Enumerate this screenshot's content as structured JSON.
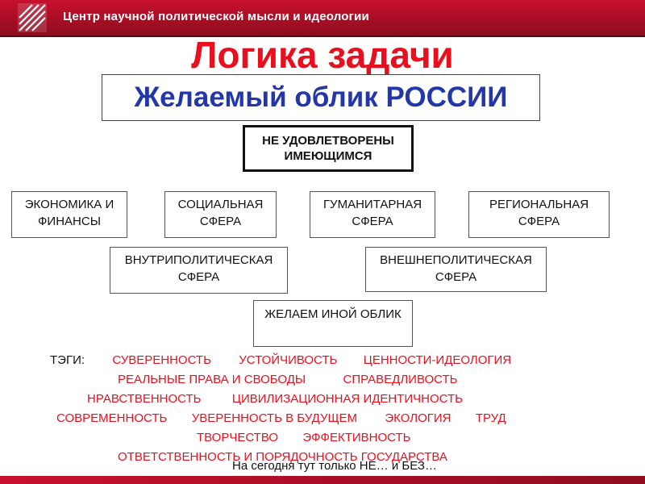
{
  "header": {
    "title": "Центр научной политической мысли и идеологии"
  },
  "slide": {
    "title": "Логика задачи",
    "subtitle": "Желаемый облик РОССИИ",
    "dissatisfied": "НЕ УДОВЛЕТВОРЕНЫ ИМЕЮЩИМСЯ",
    "spheres": {
      "economy": "ЭКОНОМИКА И ФИНАНСЫ",
      "social": "СОЦИАЛЬНАЯ СФЕРА",
      "humanitarian": "ГУМАНИТАРНАЯ СФЕРА",
      "regional": "РЕГИОНАЛЬНАЯ СФЕРА",
      "domestic_policy": "ВНУТРИПОЛИТИЧЕСКАЯ СФЕРА",
      "foreign_policy": "ВНЕШНЕПОЛИТИЧЕСКАЯ СФЕРА"
    },
    "desire": "ЖЕЛАЕМ ИНОЙ ОБЛИК"
  },
  "tags": {
    "label": "ТЭГИ:",
    "items": [
      "СУВЕРЕННОСТЬ",
      "УСТОЙЧИВОСТЬ",
      "ЦЕННОСТИ-ИДЕОЛОГИЯ",
      "РЕАЛЬНЫЕ ПРАВА И СВОБОДЫ",
      "СПРАВЕДЛИВОСТЬ",
      "НРАВСТВЕННОСТЬ",
      "ЦИВИЛИЗАЦИОННАЯ ИДЕНТИЧНОСТЬ",
      "СОВРЕМЕННОСТЬ",
      "УВЕРЕННОСТЬ В БУДУЩЕМ",
      "ЭКОЛОГИЯ",
      "ТРУД",
      "ТВОРЧЕСТВО",
      "ЭФФЕКТИВНОСТЬ",
      "ОТВЕТСТВЕННОСТЬ И ПОРЯДОЧНОСТЬ ГОСУДАРСТВА"
    ]
  },
  "footnote": "На сегодня тут только НЕ… и БЕЗ…",
  "colors": {
    "accent_red": "#e8101e",
    "header_red": "#c8102e",
    "subtitle_blue": "#2437a8"
  }
}
